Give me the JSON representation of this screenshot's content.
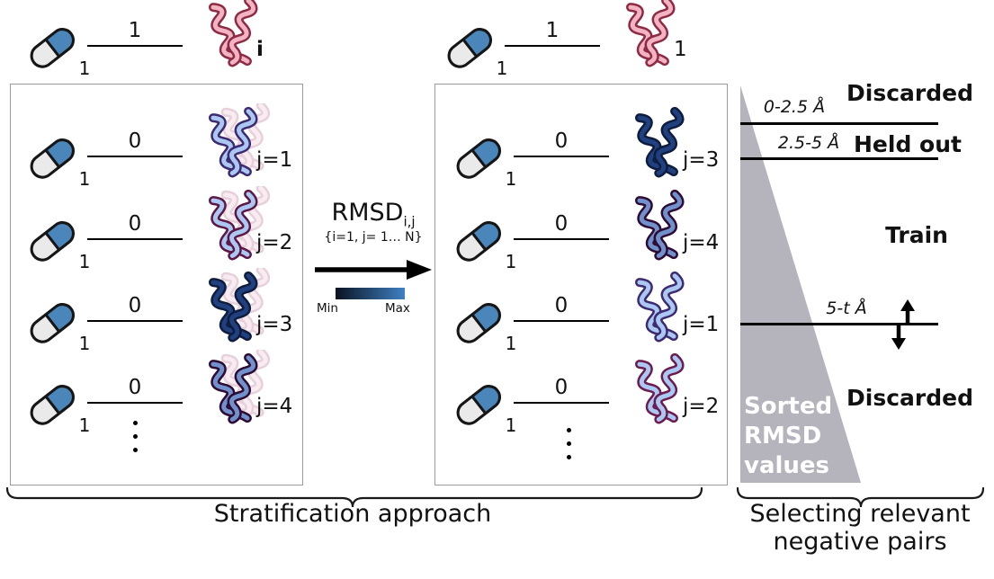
{
  "pair_i_left": {
    "pill_sub": "1",
    "edge": "1",
    "protein_label": "i"
  },
  "pair_i_right": {
    "pill_sub": "1",
    "edge": "1",
    "protein_label": "1"
  },
  "protein_i_colors": "--outline:#8e2b44;--fill:#f2b3c3",
  "left_rows": [
    {
      "pill_sub": "1",
      "edge": "0",
      "j": "j=1",
      "colors": "--outline:#3d2a70;--fill:#abc8f3"
    },
    {
      "pill_sub": "1",
      "edge": "0",
      "j": "j=2",
      "colors": "--outline:#5e1745;--fill:#abc8f3"
    },
    {
      "pill_sub": "1",
      "edge": "0",
      "j": "j=3",
      "colors": "--outline:#0e1c3e;--fill:#20407f"
    },
    {
      "pill_sub": "1",
      "edge": "0",
      "j": "j=4",
      "colors": "--outline:#2e0b33;--fill:#7191cc"
    }
  ],
  "right_rows": [
    {
      "pill_sub": "1",
      "edge": "0",
      "j": "j=3",
      "colors": "--outline:#0e1c3e;--fill:#20407f"
    },
    {
      "pill_sub": "1",
      "edge": "0",
      "j": "j=4",
      "colors": "--outline:#2e0b33;--fill:#7191cc"
    },
    {
      "pill_sub": "1",
      "edge": "0",
      "j": "j=1",
      "colors": "--outline:#3d2a70;--fill:#abc8f3"
    },
    {
      "pill_sub": "1",
      "edge": "0",
      "j": "j=2",
      "colors": "--outline:#6b1b4d;--fill:#abc8f3"
    }
  ],
  "transform_block": {
    "rmsd": "RMSD",
    "rmsd_sub": "i,j",
    "condition": "{i=1, j= 1… N}",
    "min": "Min",
    "max": "Max",
    "gradient_start": "#0a1322",
    "gradient_end": "#3f80c2"
  },
  "strata": {
    "range1": "0-2.5 Å",
    "label1": "Discarded",
    "range2": "2.5-5 Å",
    "label2": "Held out",
    "label3": "Train",
    "range3": "5-t Å",
    "label4": "Discarded",
    "triangle_line1": "Sorted",
    "triangle_line2": "RMSD",
    "triangle_line3": "values",
    "triangle_color": "#b5b3bc"
  },
  "captions": {
    "left": "Stratification approach",
    "right1": "Selecting relevant",
    "right2": "negative pairs"
  },
  "palette": {
    "pill_blue": "#4a86ba",
    "pill_gray": "#eaeaea",
    "ghost_pink_outline": "#e7d0dc",
    "ghost_pink_fill": "#f8ecf1"
  }
}
